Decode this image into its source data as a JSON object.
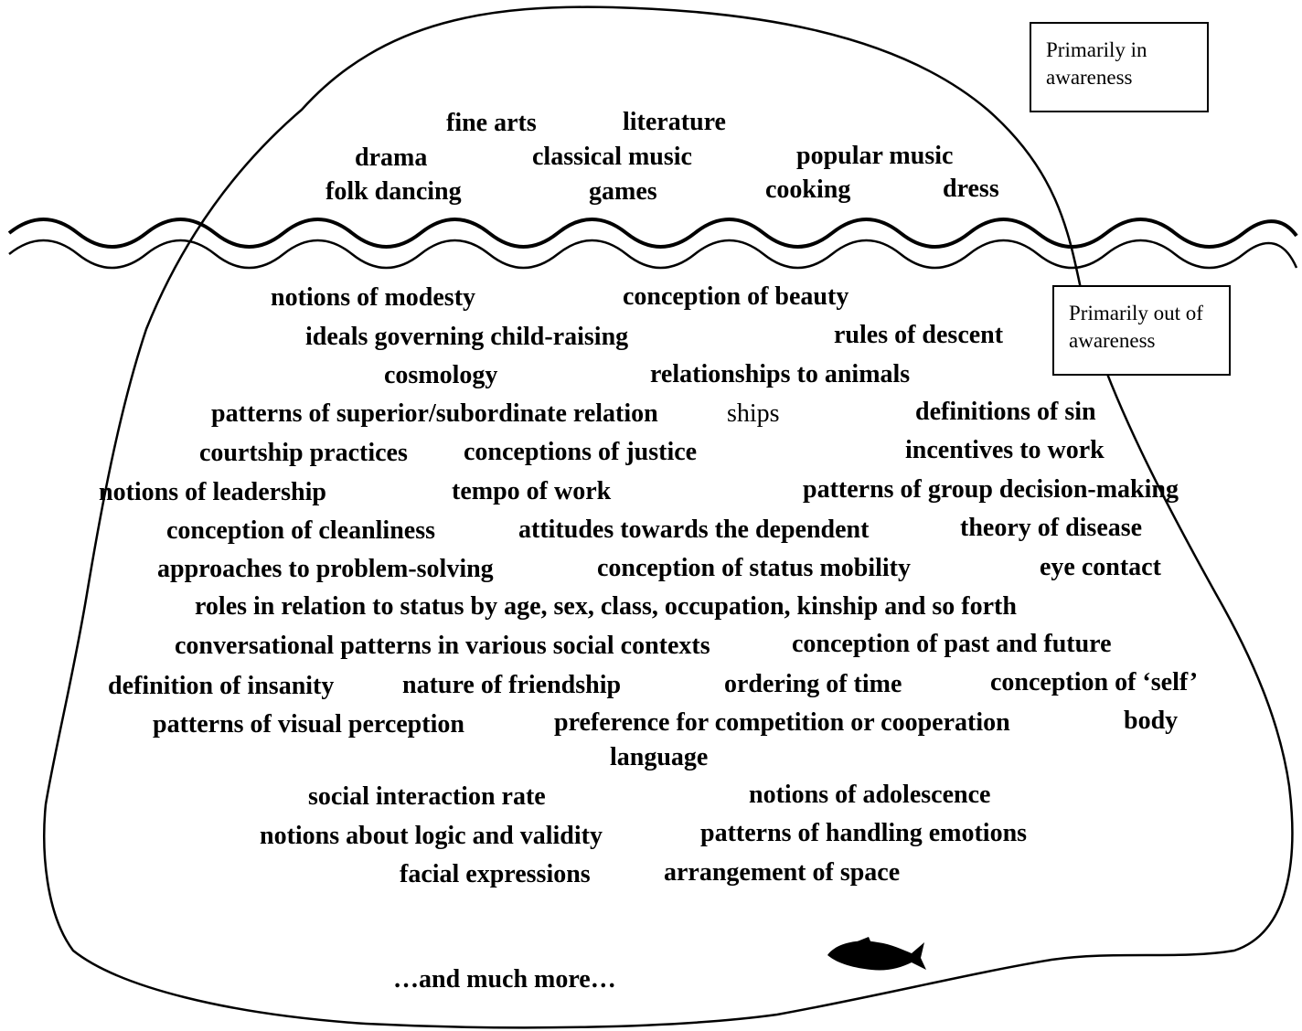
{
  "legend": {
    "above": "Primarily in awareness",
    "below": "Primarily out of awareness"
  },
  "above_waterline": [
    "fine arts",
    "literature",
    "drama",
    "classical music",
    "popular music",
    "folk dancing",
    "games",
    "cooking",
    "dress"
  ],
  "below_waterline": [
    "notions of modesty",
    "conception of beauty",
    "ideals governing child-raising",
    "rules of descent",
    "cosmology",
    "relationships to animals",
    "patterns of superior/subordinate relation",
    "ships",
    "definitions of sin",
    "courtship practices",
    "conceptions of justice",
    "incentives to work",
    "notions of leadership",
    "tempo of work",
    "patterns of group decision-making",
    "conception of cleanliness",
    "attitudes towards the dependent",
    "theory of disease",
    "approaches to problem-solving",
    "conception of status mobility",
    "eye contact",
    "roles in relation to status by age, sex, class, occupation, kinship and so forth",
    "conversational patterns in various social contexts",
    "conception of past and future",
    "definition of insanity",
    "nature of friendship",
    "ordering of time",
    "conception of ‘self’",
    "patterns of visual perception",
    "preference for competition or cooperation",
    "body",
    "language",
    "social interaction rate",
    "notions of adolescence",
    "notions about logic and validity",
    "patterns of handling emotions",
    "facial expressions",
    "arrangement of space"
  ],
  "footer": {
    "more": "…and much more…"
  }
}
